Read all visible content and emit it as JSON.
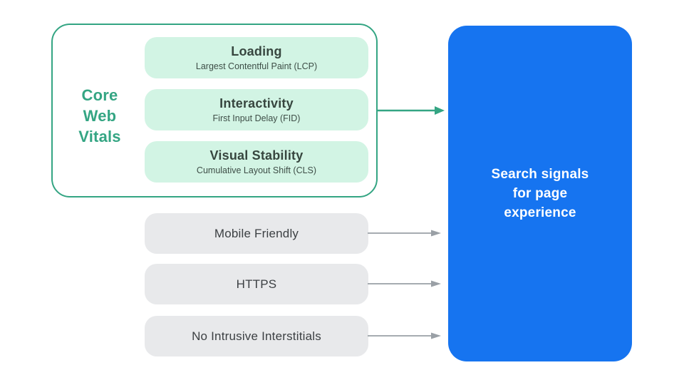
{
  "colors": {
    "accent_green": "#34A583",
    "mint_fill": "#D2F4E4",
    "gray_fill": "#E8E9EB",
    "gray_arrow": "#9AA0A6",
    "blue_fill": "#1674F0",
    "dark_text": "#3C4043",
    "white_text": "#FFFFFF"
  },
  "core_web_vitals": {
    "label": "Core\nWeb\nVitals",
    "pills": [
      {
        "title": "Loading",
        "subtitle": "Largest Contentful Paint (LCP)"
      },
      {
        "title": "Interactivity",
        "subtitle": "First Input Delay (FID)"
      },
      {
        "title": "Visual Stability",
        "subtitle": "Cumulative Layout Shift (CLS)"
      }
    ]
  },
  "other_signals": [
    {
      "label": "Mobile Friendly"
    },
    {
      "label": "HTTPS"
    },
    {
      "label": "No Intrusive Interstitials"
    }
  ],
  "result_box": {
    "label": "Search signals\nfor page\nexperience"
  }
}
